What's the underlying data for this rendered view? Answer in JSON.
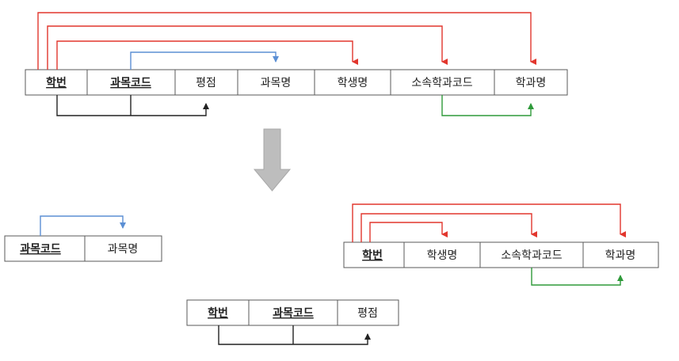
{
  "top_table": {
    "cols": [
      {
        "label": "학번",
        "key": true
      },
      {
        "label": "과목코드",
        "key": true
      },
      {
        "label": "평점",
        "key": false
      },
      {
        "label": "과목명",
        "key": false
      },
      {
        "label": "학생명",
        "key": false
      },
      {
        "label": "소속학과코드",
        "key": false
      },
      {
        "label": "학과명",
        "key": false
      }
    ]
  },
  "course_table": {
    "cols": [
      {
        "label": "과목코드",
        "key": true
      },
      {
        "label": "과목명",
        "key": false
      }
    ]
  },
  "student_table": {
    "cols": [
      {
        "label": "학번",
        "key": true
      },
      {
        "label": "학생명",
        "key": false
      },
      {
        "label": "소속학과코드",
        "key": false
      },
      {
        "label": "학과명",
        "key": false
      }
    ]
  },
  "grade_table": {
    "cols": [
      {
        "label": "학번",
        "key": true
      },
      {
        "label": "과목코드",
        "key": true
      },
      {
        "label": "평점",
        "key": false
      }
    ]
  },
  "colors": {
    "full_dependency": "#e2362d",
    "partial_dependency": "#5b8fd4",
    "transitive_dependency": "#2f9a3a",
    "composite_key_dependency": "#222222",
    "arrow_gray": "#bdbdbd"
  }
}
